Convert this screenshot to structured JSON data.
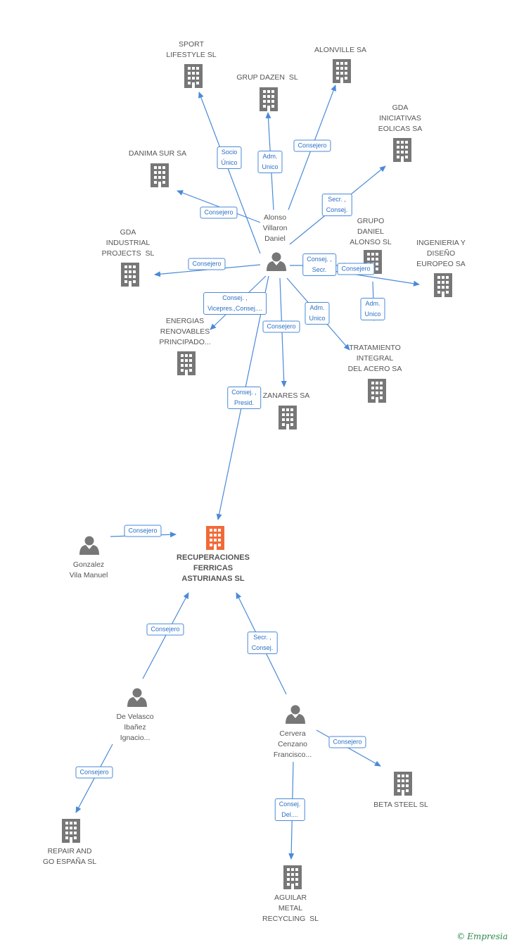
{
  "colors": {
    "edge": "#4a8ad8",
    "node_icon": "#777777",
    "main_icon": "#f26a38",
    "label": "#555555",
    "badge_text": "#2c6fc4"
  },
  "footer": {
    "copyright": "©",
    "brand": "Empresia"
  },
  "nodes": [
    {
      "id": "sport",
      "type": "company",
      "label": "SPORT\nLIFESTYLE SL",
      "icon": "building-icon"
    },
    {
      "id": "alonville",
      "type": "company",
      "label": "ALONVILLE SA",
      "icon": "building-icon"
    },
    {
      "id": "dazen",
      "type": "company",
      "label": "GRUP DAZEN  SL",
      "icon": "building-icon"
    },
    {
      "id": "gda_eolicas",
      "type": "company",
      "label": "GDA\nINICIATIVAS\nEOLICAS SA",
      "icon": "building-icon"
    },
    {
      "id": "danima",
      "type": "company",
      "label": "DANIMA SUR SA",
      "icon": "building-icon"
    },
    {
      "id": "alonso",
      "type": "person",
      "label": "Alonso\nVillaron\nDaniel",
      "icon": "person-icon"
    },
    {
      "id": "grupo_daniel",
      "type": "company",
      "label": "GRUPO\nDANIEL\nALONSO SL",
      "icon": "building-icon"
    },
    {
      "id": "gda_industrial",
      "type": "company",
      "label": "GDA\nINDUSTRIAL\nPROJECTS  SL",
      "icon": "building-icon"
    },
    {
      "id": "ingenieria",
      "type": "company",
      "label": "INGENIERIA Y\nDISEÑO\nEUROPEO SA",
      "icon": "building-icon"
    },
    {
      "id": "energias",
      "type": "company",
      "label": "ENERGIAS\nRENOVABLES\nPRINCIPADO...",
      "icon": "building-icon"
    },
    {
      "id": "tratamiento",
      "type": "company",
      "label": "TRATAMIENTO\nINTEGRAL\nDEL ACERO SA",
      "icon": "building-icon"
    },
    {
      "id": "manzanares",
      "type": "company",
      "label": "ZANARES SA",
      "icon": "building-icon"
    },
    {
      "id": "main",
      "type": "company",
      "label": "RECUPERACIONES\nFERRICAS\nASTURIANAS SL",
      "icon": "building-icon",
      "highlight": true
    },
    {
      "id": "gonzalez",
      "type": "person",
      "label": "Gonzalez\nVila Manuel",
      "icon": "person-icon"
    },
    {
      "id": "develasco",
      "type": "person",
      "label": "De Velasco\nIbañez\nIgnacio...",
      "icon": "person-icon"
    },
    {
      "id": "cervera",
      "type": "person",
      "label": "Cervera\nCenzano\nFrancisco...",
      "icon": "person-icon"
    },
    {
      "id": "beta",
      "type": "company",
      "label": "BETA STEEL SL",
      "icon": "building-icon"
    },
    {
      "id": "repair",
      "type": "company",
      "label": "REPAIR AND\nGO ESPAÑA SL",
      "icon": "building-icon"
    },
    {
      "id": "aguilar",
      "type": "company",
      "label": "AGUILAR\nMETAL\nRECYCLING  SL",
      "icon": "building-icon"
    }
  ],
  "edges": [
    {
      "from": "alonso",
      "to": "sport",
      "label": "Socio\nÚnico"
    },
    {
      "from": "alonso",
      "to": "dazen",
      "label": "Adm.\nUnico"
    },
    {
      "from": "alonso",
      "to": "alonville",
      "label": "Consejero"
    },
    {
      "from": "alonso",
      "to": "gda_eolicas",
      "label": "Secr. ,\nConsej."
    },
    {
      "from": "alonso",
      "to": "danima",
      "label": "Consejero"
    },
    {
      "from": "alonso",
      "to": "gda_industrial",
      "label": "Consejero"
    },
    {
      "from": "alonso",
      "to": "grupo_daniel",
      "label": "Consej. ,\nSecr."
    },
    {
      "from": "alonso",
      "to": "ingenieria",
      "label": "Consejero"
    },
    {
      "from": "alonso",
      "to": "energias",
      "label": "Consej. ,\nVicepres.,Consej...."
    },
    {
      "from": "alonso",
      "to": "tratamiento",
      "label": "Adm.\nUnico"
    },
    {
      "from": "alonso",
      "to": "manzanares",
      "label": "Consejero"
    },
    {
      "from": "grupo_daniel",
      "to": "tratamiento",
      "label": "Adm.\nUnico"
    },
    {
      "from": "alonso",
      "to": "main",
      "label": "Consej. ,\nPresid."
    },
    {
      "from": "gonzalez",
      "to": "main",
      "label": "Consejero"
    },
    {
      "from": "develasco",
      "to": "main",
      "label": "Consejero"
    },
    {
      "from": "cervera",
      "to": "main",
      "label": "Secr. ,\nConsej."
    },
    {
      "from": "develasco",
      "to": "repair",
      "label": "Consejero"
    },
    {
      "from": "cervera",
      "to": "beta",
      "label": "Consejero"
    },
    {
      "from": "cervera",
      "to": "aguilar",
      "label": "Consej.\nDel...."
    }
  ]
}
